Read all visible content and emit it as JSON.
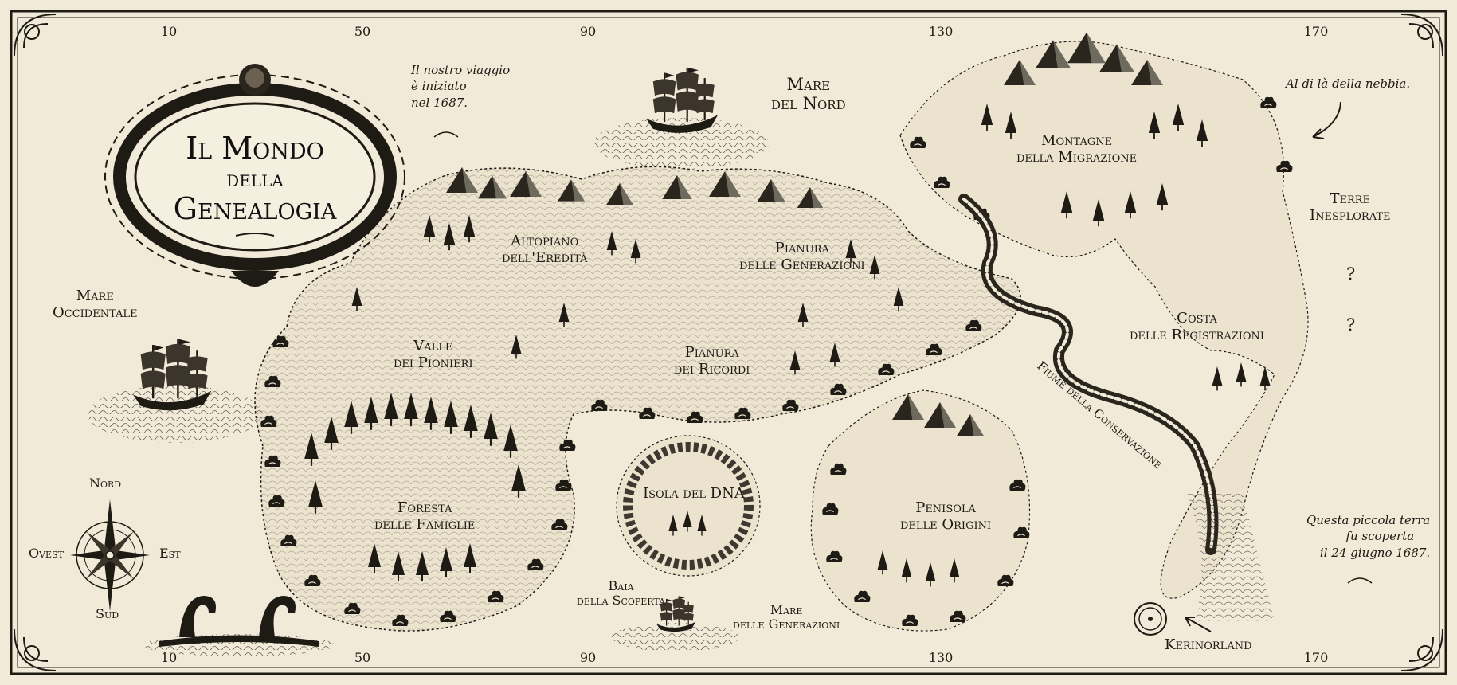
{
  "title": {
    "line1": "Il Mondo",
    "line2": "della",
    "line3": "Genealogia"
  },
  "notes": {
    "journey": [
      "Il nostro viaggio",
      "è iniziato",
      "nel 1687."
    ],
    "fog": "Al di là della nebbia.",
    "discovery": [
      "Questa piccola terra",
      "fu scoperta",
      "il 24 giugno 1687."
    ]
  },
  "grid": {
    "top_ticks": [
      "10",
      "50",
      "90",
      "130",
      "170"
    ],
    "bottom_ticks": [
      "10",
      "50",
      "90",
      "130",
      "170"
    ]
  },
  "compass": {
    "north": "Nord",
    "south": "Sud",
    "east": "Est",
    "west": "Ovest"
  },
  "regions": {
    "altopiano": [
      "Altopiano",
      "dell'Eredità"
    ],
    "pianura_generazioni": [
      "Pianura",
      "delle Generazioni"
    ],
    "pianura_ricordi": [
      "Pianura",
      "dei Ricordi"
    ],
    "valle": [
      "Valle",
      "dei Pionieri"
    ],
    "foresta": [
      "Foresta",
      "delle Famiglie"
    ],
    "isola": "Isola del DNA",
    "penisola": [
      "Penisola",
      "delle Origini"
    ],
    "montagne": [
      "Montagne",
      "della Migrazione"
    ],
    "costa": [
      "Costa",
      "delle Registrazioni"
    ]
  },
  "seas": {
    "nord": [
      "Mare",
      "del Nord"
    ],
    "occidentale": [
      "Mare",
      "Occidentale"
    ],
    "generazioni": [
      "Mare",
      "delle Generazioni"
    ],
    "baia": [
      "Baia",
      "della Scoperta"
    ],
    "inesplorate": [
      "Terre",
      "Inesplorate"
    ]
  },
  "river": "Fiume della Conservazione",
  "unknown_marks": [
    "?",
    "?"
  ],
  "place": "Kerinorland",
  "colors": {
    "ink": "#1e1a14",
    "parchment": "#f1ead9",
    "land": "#ece3cf"
  }
}
